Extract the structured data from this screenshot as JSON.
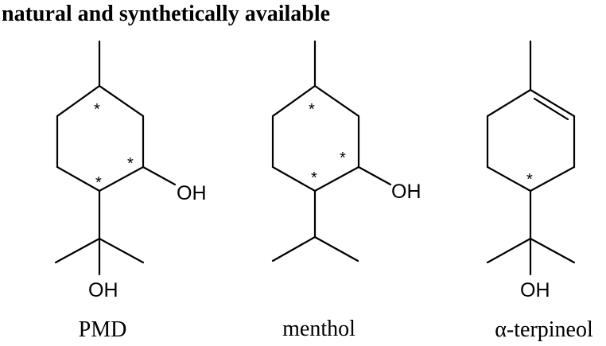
{
  "heading": "natural and synthetically available",
  "molecules": [
    {
      "name": "PMD",
      "hydroxyl_ring": "OH",
      "hydroxyl_sidechain": "OH",
      "stereocenter_mark": "*"
    },
    {
      "name": "menthol",
      "hydroxyl_ring": "OH",
      "stereocenter_mark": "*"
    },
    {
      "name_prefix": "α",
      "name_suffix": "-terpineol",
      "hydroxyl_sidechain": "OH",
      "stereocenter_mark": "*"
    }
  ]
}
